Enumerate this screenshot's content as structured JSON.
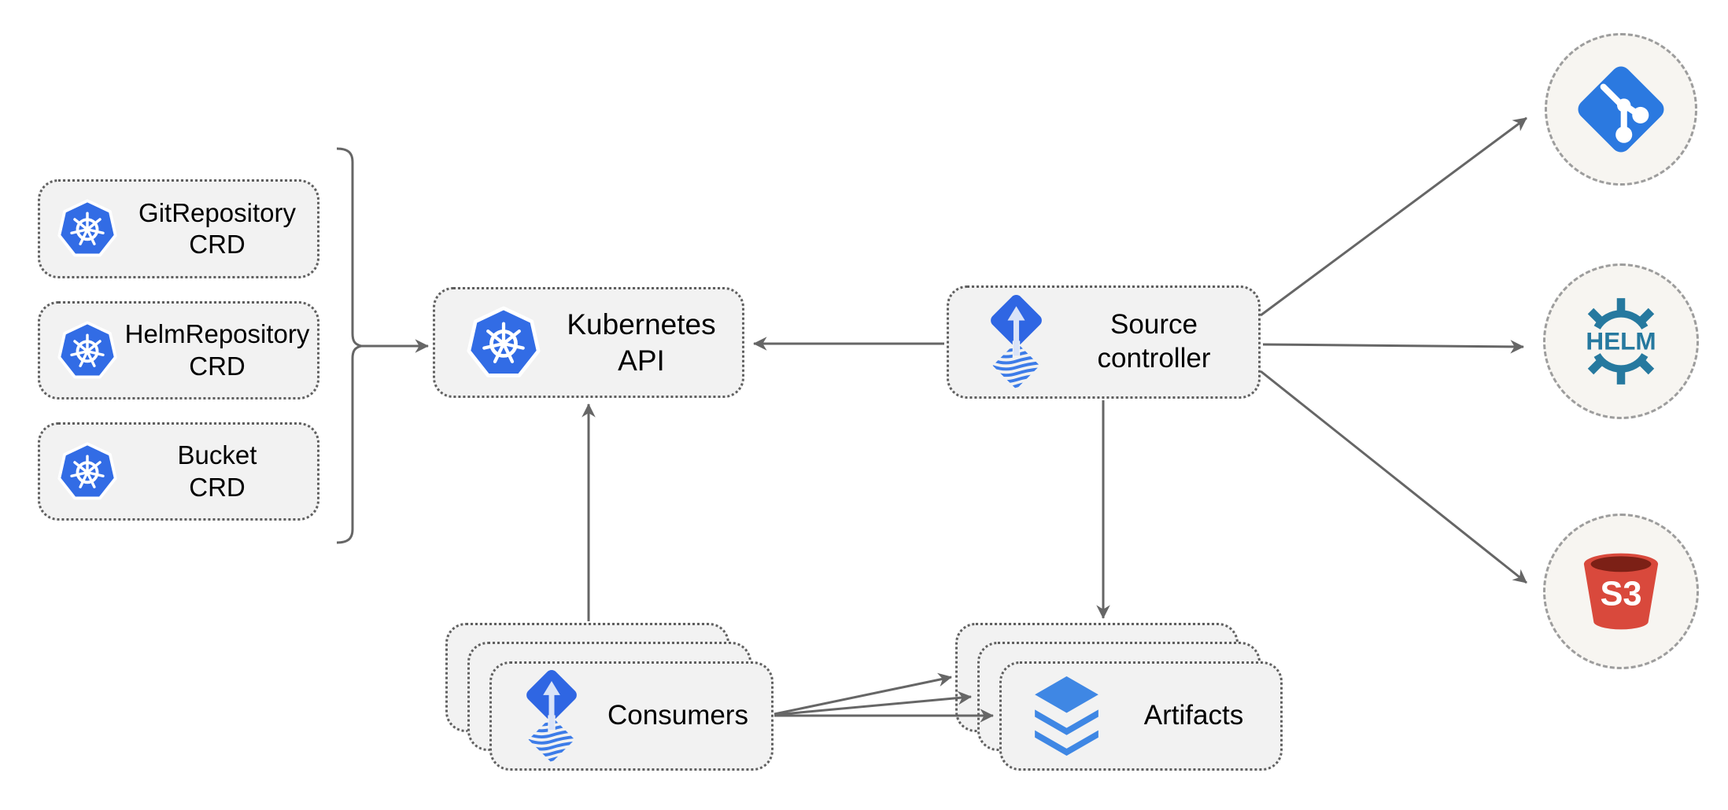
{
  "nodes": {
    "crd_boxes": [
      {
        "title": "GitRepository",
        "subtitle": "CRD",
        "icon": "kubernetes"
      },
      {
        "title": "HelmRepository",
        "subtitle": "CRD",
        "icon": "kubernetes"
      },
      {
        "title": "Bucket",
        "subtitle": "CRD",
        "icon": "kubernetes"
      }
    ],
    "kubernetes_api": {
      "label": "Kubernetes API",
      "icon": "kubernetes"
    },
    "source_controller": {
      "title": "Source",
      "subtitle": "controller",
      "icon": "flux"
    },
    "consumers": {
      "label": "Consumers",
      "icon": "flux",
      "stacked": true
    },
    "artifacts": {
      "label": "Artifacts",
      "icon": "layers",
      "stacked": true
    },
    "git": {
      "icon": "git-logo"
    },
    "helm": {
      "icon": "helm-wheel",
      "text": "HELM"
    },
    "s3": {
      "icon": "s3-bucket",
      "text": "S3"
    }
  },
  "edges": [
    {
      "from": "crd-boxes-bracket",
      "to": "kubernetes-api"
    },
    {
      "from": "source-controller",
      "to": "kubernetes-api"
    },
    {
      "from": "consumers",
      "to": "kubernetes-api"
    },
    {
      "from": "source-controller",
      "to": "artifacts"
    },
    {
      "from": "source-controller",
      "to": "git"
    },
    {
      "from": "source-controller",
      "to": "helm"
    },
    {
      "from": "source-controller",
      "to": "s3"
    },
    {
      "from": "consumers",
      "to": "artifacts-back"
    },
    {
      "from": "consumers",
      "to": "artifacts-middle"
    },
    {
      "from": "consumers",
      "to": "artifacts-front"
    }
  ],
  "colors": {
    "kubernetes_blue": "#326ce5",
    "flux_blue": "#2f66e3",
    "flux_wave_blue": "#3d7ce8",
    "flux_arrow_light": "#d9e3f8",
    "git_blue": "#2b79e0",
    "helm_teal": "#26799f",
    "s3_red": "#d9493c",
    "s3_dark_red": "#7c2016",
    "layers_blue": "#3f87e4",
    "edge_gray": "#666666",
    "box_fill": "#f2f2f2",
    "box_border": "#5f5f5f",
    "circle_fill": "#f7f5f1",
    "circle_border": "#9d9d9d"
  }
}
